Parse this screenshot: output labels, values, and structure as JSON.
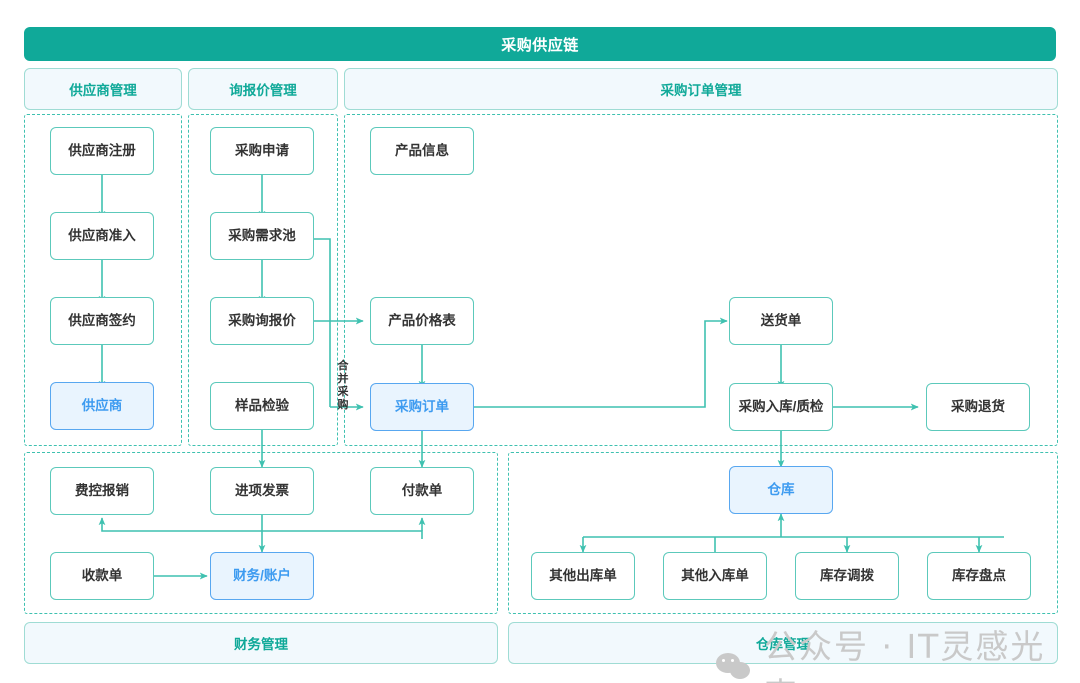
{
  "header": {
    "title": "采购供应链"
  },
  "sections": [
    {
      "id": "supplier",
      "label": "供应商管理"
    },
    {
      "id": "inquiry",
      "label": "询报价管理"
    },
    {
      "id": "order",
      "label": "采购订单管理"
    },
    {
      "id": "finance",
      "label": "财务管理"
    },
    {
      "id": "warehouse",
      "label": "仓库管理"
    }
  ],
  "nodes": {
    "supplier_register": "供应商注册",
    "supplier_access": "供应商准入",
    "supplier_sign": "供应商签约",
    "supplier": "供应商",
    "purchase_request": "采购申请",
    "demand_pool": "采购需求池",
    "inquiry_quote": "采购询报价",
    "sample_check": "样品检验",
    "product_info": "产品信息",
    "price_list": "产品价格表",
    "purchase_order": "采购订单",
    "delivery_note": "送货单",
    "receipt_qc": "采购入库/质检",
    "purchase_return": "采购退货",
    "expense_claim": "费控报销",
    "input_invoice": "进项发票",
    "payment_note": "付款单",
    "receipt_note": "收款单",
    "finance_account": "财务/账户",
    "warehouse": "仓库",
    "other_outbound": "其他出库单",
    "other_inbound": "其他入库单",
    "stock_transfer": "库存调拨",
    "stock_count": "库存盘点"
  },
  "edge_labels": {
    "merge_purchase": "合并采购"
  },
  "watermark": {
    "text": "公众号 · IT灵感光束"
  },
  "colors": {
    "brand": "#10a999",
    "line": "#3fc1b0",
    "node_border": "#5cc9bb",
    "highlight_bg": "#e9f4fe",
    "highlight_border": "#58a7f0",
    "highlight_text": "#3d9bf0",
    "chip_bg": "#f2f9fd",
    "text": "#333333"
  }
}
